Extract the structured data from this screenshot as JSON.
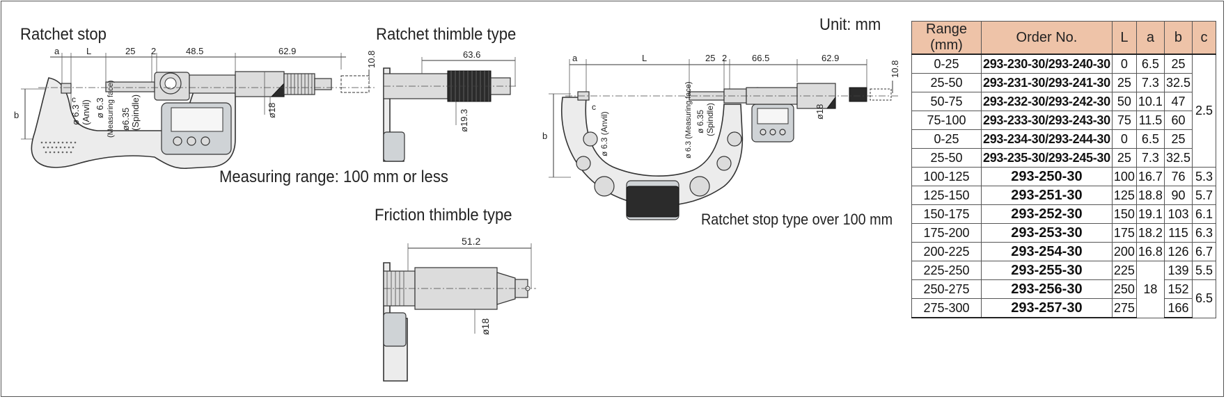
{
  "labels": {
    "ratchet_stop": "Ratchet stop",
    "ratchet_thimble_type": "Ratchet thimble type",
    "unit": "Unit: mm",
    "measuring_range": "Measuring range: 100 mm or less",
    "friction_thimble_type": "Friction thimble type",
    "ratchet_stop_over_100": "Ratchet stop type over 100 mm"
  },
  "drawing1": {
    "dims": [
      "a",
      "L",
      "25",
      "2",
      "48.5",
      "62.9",
      "10.8"
    ],
    "b": "b",
    "c": "c",
    "anvil_dia": "ø 6.3",
    "anvil": "(Anvil)",
    "face_dia": "ø 6.3",
    "face": "(Measuring face)",
    "spindle_dia": "ø6.35",
    "spindle": "(Spindle)",
    "thimble_dia": "ø18"
  },
  "drawing2": {
    "length": "63.6",
    "dia": "ø19.3"
  },
  "drawing3": {
    "length": "51.2",
    "dia": "ø18"
  },
  "drawing4": {
    "dims": [
      "a",
      "L",
      "25",
      "2",
      "66.5",
      "62.9",
      "10.8"
    ],
    "b": "b",
    "c": "c",
    "anvil": "ø 6.3 (Anvil)",
    "face": "ø 6.3 (Measuring face)",
    "spindle_dia": "ø 6.35",
    "spindle": "(Spindle)",
    "thimble_dia": "ø18"
  },
  "table": {
    "headers": [
      "Range (mm)",
      "Order No.",
      "L",
      "a",
      "b",
      "c"
    ],
    "rows": [
      {
        "range": "0-25",
        "order": "293-230-30/293-240-30",
        "L": "0",
        "a": "6.5",
        "b": "25"
      },
      {
        "range": "25-50",
        "order": "293-231-30/293-241-30",
        "L": "25",
        "a": "7.3",
        "b": "32.5"
      },
      {
        "range": "50-75",
        "order": "293-232-30/293-242-30",
        "L": "50",
        "a": "10.1",
        "b": "47"
      },
      {
        "range": "75-100",
        "order": "293-233-30/293-243-30",
        "L": "75",
        "a": "11.5",
        "b": "60"
      },
      {
        "range": "0-25",
        "order": "293-234-30/293-244-30",
        "L": "0",
        "a": "6.5",
        "b": "25"
      },
      {
        "range": "25-50",
        "order": "293-235-30/293-245-30",
        "L": "25",
        "a": "7.3",
        "b": "32.5"
      },
      {
        "range": "100-125",
        "order": "293-250-30",
        "L": "100",
        "a": "16.7",
        "b": "76",
        "c": "5.3"
      },
      {
        "range": "125-150",
        "order": "293-251-30",
        "L": "125",
        "a": "18.8",
        "b": "90",
        "c": "5.7"
      },
      {
        "range": "150-175",
        "order": "293-252-30",
        "L": "150",
        "a": "19.1",
        "b": "103",
        "c": "6.1"
      },
      {
        "range": "175-200",
        "order": "293-253-30",
        "L": "175",
        "a": "18.2",
        "b": "115",
        "c": "6.3"
      },
      {
        "range": "200-225",
        "order": "293-254-30",
        "L": "200",
        "a": "16.8",
        "b": "126",
        "c": "6.7"
      },
      {
        "range": "225-250",
        "order": "293-255-30",
        "L": "225",
        "b": "139",
        "c": "5.5"
      },
      {
        "range": "250-275",
        "order": "293-256-30",
        "L": "250",
        "b": "152"
      },
      {
        "range": "275-300",
        "order": "293-257-30",
        "L": "275",
        "b": "166"
      }
    ],
    "merged": {
      "c_small": "2.5",
      "a_large": "18",
      "c_large": "6.5"
    }
  }
}
